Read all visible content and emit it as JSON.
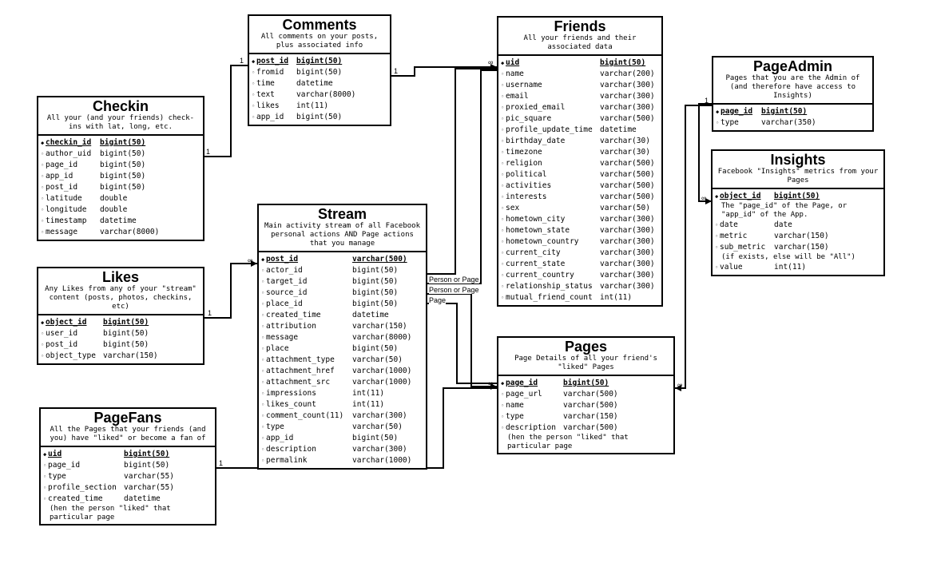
{
  "entities": {
    "comments": {
      "title": "Comments",
      "desc": "All comments on your posts, plus associated info",
      "fields": [
        {
          "name": "post_id",
          "type": "bigint(50)",
          "pk": true
        },
        {
          "name": "fromid",
          "type": "bigint(50)"
        },
        {
          "name": "time",
          "type": "datetime"
        },
        {
          "name": "text",
          "type": "varchar(8000)"
        },
        {
          "name": "likes",
          "type": "int(11)"
        },
        {
          "name": "app_id",
          "type": "bigint(50)"
        }
      ]
    },
    "friends": {
      "title": "Friends",
      "desc": "All your friends and their associated data",
      "fields": [
        {
          "name": "uid",
          "type": "bigint(50)",
          "pk": true
        },
        {
          "name": "name",
          "type": "varchar(200)"
        },
        {
          "name": "username",
          "type": "varchar(300)"
        },
        {
          "name": "email",
          "type": "varchar(300)"
        },
        {
          "name": "proxied_email",
          "type": "varchar(300)"
        },
        {
          "name": "pic_square",
          "type": "varchar(500)"
        },
        {
          "name": "profile_update_time",
          "type": "datetime"
        },
        {
          "name": "birthday_date",
          "type": "varchar(30)"
        },
        {
          "name": "timezone",
          "type": "varchar(30)"
        },
        {
          "name": "religion",
          "type": "varchar(500)"
        },
        {
          "name": "political",
          "type": "varchar(500)"
        },
        {
          "name": "activities",
          "type": "varchar(500)"
        },
        {
          "name": "interests",
          "type": "varchar(500)"
        },
        {
          "name": "sex",
          "type": "varchar(50)"
        },
        {
          "name": "hometown_city",
          "type": "varchar(300)"
        },
        {
          "name": "hometown_state",
          "type": "varchar(300)"
        },
        {
          "name": "hometown_country",
          "type": "varchar(300)"
        },
        {
          "name": "current_city",
          "type": "varchar(300)"
        },
        {
          "name": "current_state",
          "type": "varchar(300)"
        },
        {
          "name": "current_country",
          "type": "varchar(300)"
        },
        {
          "name": "relationship_status",
          "type": "varchar(300)"
        },
        {
          "name": "mutual_friend_count",
          "type": "int(11)"
        }
      ]
    },
    "pageadmin": {
      "title": "PageAdmin",
      "desc": "Pages that you are the Admin of (and therefore have access to Insights)",
      "fields": [
        {
          "name": "page_id",
          "type": "bigint(50)",
          "pk": true
        },
        {
          "name": "type",
          "type": "varchar(350)"
        }
      ]
    },
    "checkin": {
      "title": "Checkin",
      "desc": "All your (and your friends) check-ins with lat, long, etc.",
      "fields": [
        {
          "name": "checkin_id",
          "type": "bigint(50)",
          "pk": true
        },
        {
          "name": "author_uid",
          "type": "bigint(50)"
        },
        {
          "name": "page_id",
          "type": "bigint(50)"
        },
        {
          "name": "app_id",
          "type": "bigint(50)"
        },
        {
          "name": "post_id",
          "type": "bigint(50)"
        },
        {
          "name": "latitude",
          "type": "double"
        },
        {
          "name": "longitude",
          "type": "double"
        },
        {
          "name": "timestamp",
          "type": "datetime"
        },
        {
          "name": "message",
          "type": "varchar(8000)"
        }
      ]
    },
    "insights": {
      "title": "Insights",
      "desc": "Facebook \"Insights\" metrics from your Pages",
      "fields": [
        {
          "name": "object_id",
          "type": "bigint(50)",
          "pk": true,
          "note": "The \"page_id\" of the Page, or \"app_id\" of the App."
        },
        {
          "name": "date",
          "type": "date"
        },
        {
          "name": "metric",
          "type": "varchar(150)"
        },
        {
          "name": "sub_metric",
          "type": "varchar(150)",
          "note": "(if exists, else will be \"All\")"
        },
        {
          "name": "value",
          "type": "int(11)"
        }
      ]
    },
    "stream": {
      "title": "Stream",
      "desc": "Main activity stream of all Facebook personal actions AND Page actions that you manage",
      "fields": [
        {
          "name": "post_id",
          "type": "varchar(500)",
          "pk": true
        },
        {
          "name": "actor_id",
          "type": "bigint(50)"
        },
        {
          "name": "target_id",
          "type": "bigint(50)"
        },
        {
          "name": "source_id",
          "type": "bigint(50)"
        },
        {
          "name": "place_id",
          "type": "bigint(50)"
        },
        {
          "name": "created_time",
          "type": "datetime"
        },
        {
          "name": "attribution",
          "type": "varchar(150)"
        },
        {
          "name": "message",
          "type": "varchar(8000)"
        },
        {
          "name": "place",
          "type": "bigint(50)"
        },
        {
          "name": "attachment_type",
          "type": "varchar(50)"
        },
        {
          "name": "attachment_href",
          "type": "varchar(1000)"
        },
        {
          "name": "attachment_src",
          "type": "varchar(1000)"
        },
        {
          "name": "impressions",
          "type": "int(11)"
        },
        {
          "name": "likes_count",
          "type": "int(11)"
        },
        {
          "name": "comment_count(11)",
          "type": "varchar(300)"
        },
        {
          "name": "type",
          "type": "varchar(50)"
        },
        {
          "name": "app_id",
          "type": "bigint(50)"
        },
        {
          "name": "description",
          "type": "varchar(300)"
        },
        {
          "name": "permalink",
          "type": "varchar(1000)"
        }
      ]
    },
    "likes": {
      "title": "Likes",
      "desc": "Any Likes from any of your \"stream\" content (posts, photos, checkins, etc)",
      "fields": [
        {
          "name": "object_id",
          "type": "bigint(50)",
          "pk": true
        },
        {
          "name": "user_id",
          "type": "bigint(50)"
        },
        {
          "name": "post_id",
          "type": "bigint(50)"
        },
        {
          "name": "object_type",
          "type": "varchar(150)"
        }
      ]
    },
    "pages": {
      "title": "Pages",
      "desc": "Page Details of all your friend's \"liked\" Pages",
      "fields": [
        {
          "name": "page_id",
          "type": "bigint(50)",
          "pk": true
        },
        {
          "name": "page_url",
          "type": "varchar(500)"
        },
        {
          "name": "name",
          "type": "varchar(500)"
        },
        {
          "name": "type",
          "type": "varchar(150)"
        },
        {
          "name": "description",
          "type": "varchar(500)",
          "note": "(hen the person \"liked\" that particular page"
        }
      ]
    },
    "pagefans": {
      "title": "PageFans",
      "desc": "All the Pages that your friends (and you) have \"liked\" or become a fan of",
      "fields": [
        {
          "name": "uid",
          "type": "bigint(50)",
          "pk": true
        },
        {
          "name": "page_id",
          "type": "bigint(50)"
        },
        {
          "name": "type",
          "type": "varchar(55)"
        },
        {
          "name": "profile_section",
          "type": "varchar(55)"
        },
        {
          "name": "created_time",
          "type": "datetime",
          "note": "(hen the person \"liked\" that particular page"
        }
      ]
    }
  },
  "relationship_labels": {
    "person_or_page_1": "Person or Page",
    "person_or_page_2": "Person or Page",
    "page": "Page"
  },
  "cardinality": {
    "one": "1",
    "many": "∞"
  }
}
